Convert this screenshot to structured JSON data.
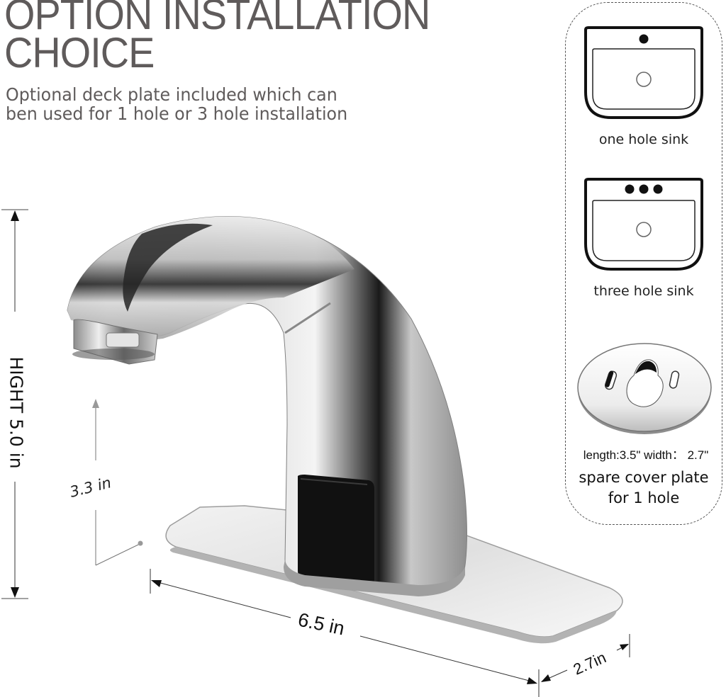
{
  "header": {
    "title_lines": [
      "OPTION INSTALLATION",
      "CHOICE"
    ],
    "subtitle_lines": [
      "Optional deck plate included which can",
      "ben used for 1 hole or 3 hole installation"
    ]
  },
  "options": {
    "one_hole": {
      "label": "one hole sink",
      "holes": 1,
      "icon": "sink-one-hole-icon"
    },
    "three_hole": {
      "label": "three hole sink",
      "holes": 3,
      "icon": "sink-three-hole-icon"
    },
    "cover_plate": {
      "dimensions": "length:3.5\" width： 2.7\"",
      "caption_lines": [
        "spare cover plate",
        "for 1 hole"
      ],
      "icon": "cover-plate-icon"
    }
  },
  "dimensions": {
    "height": "HIGHT 5.0 in",
    "spout_clearance": "3.3 in",
    "plate_length": "6.5 in",
    "plate_depth": "2.7in"
  },
  "product": {
    "name": "touchless-faucet",
    "sensor_color": "#111111",
    "finish_color": "#c9c9c9"
  }
}
